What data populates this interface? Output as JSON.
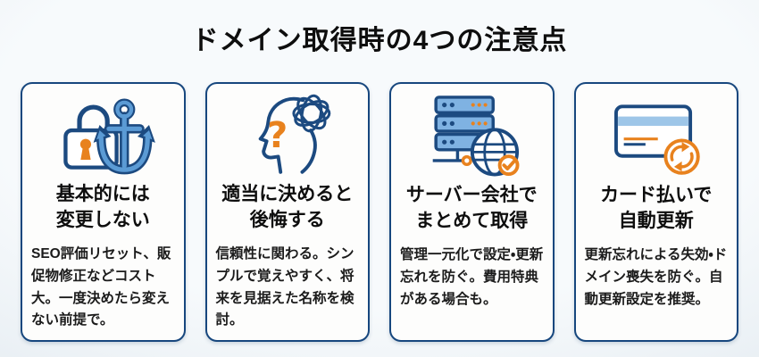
{
  "title": "ドメイン取得時の4つの注意点",
  "colors": {
    "background_center": "#f7fafc",
    "background_edge": "#d8e2ea",
    "card_bg": "#fdfdfc",
    "card_border": "#17477e",
    "title_text": "#0e0e0e",
    "heading_text": "#0e0e0e",
    "body_text": "#1b1b1b",
    "icon_navy": "#1c4a80",
    "icon_blue": "#5b9bd5",
    "icon_lightblue": "#7fb2e2",
    "icon_stripe": "#9ec6e8",
    "icon_orange": "#e8821e"
  },
  "cards": [
    {
      "icon": "lock-anchor-icon",
      "heading_line1": "基本的には",
      "heading_line2": "変更しない",
      "body": "SEO評価リセット、販促物修正などコスト大。一度決めたら変えない前提で。"
    },
    {
      "icon": "confused-head-icon",
      "heading_line1": "適当に決めると",
      "heading_line2": "後悔する",
      "body": "信頼性に関わる。シンプルで覚えやすく、将来を見据えた名称を検討。"
    },
    {
      "icon": "server-globe-icon",
      "heading_line1": "サーバー会社で",
      "heading_line2": "まとめて取得",
      "body": "管理一元化で設定・更新忘れを防ぐ。費用特典がある場合も。"
    },
    {
      "icon": "credit-card-renew-icon",
      "heading_line1": "カード払いで",
      "heading_line2": "自動更新",
      "body": "更新忘れによる失効・ドメイン喪失を防ぐ。自動更新設定を推奨。"
    }
  ]
}
